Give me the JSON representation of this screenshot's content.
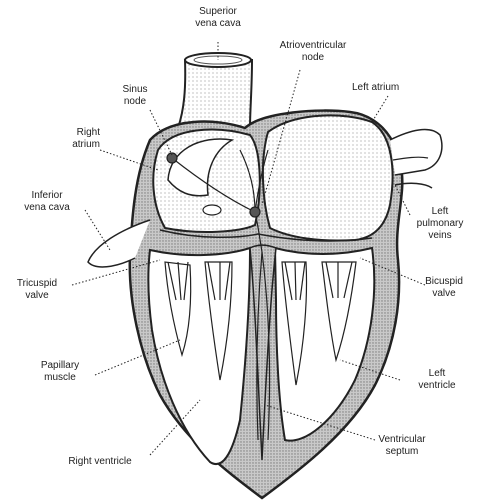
{
  "labels": {
    "superior_vena_cava": "Superior\nvena cava",
    "atrioventricular_node": "Atrioventricular\nnode",
    "left_atrium": "Left atrium",
    "sinus_node": "Sinus\nnode",
    "right_atrium": "Right\natrium",
    "inferior_vena_cava": "Inferior\nvena cava",
    "left_pulmonary_veins": "Left\npulmonary\nveins",
    "tricuspid_valve": "Tricuspid\nvalve",
    "bicuspid_valve": "Bicuspid\nvalve",
    "papillary_muscle": "Papillary\nmuscle",
    "left_ventricle": "Left\nventricle",
    "right_ventricle": "Right ventricle",
    "ventricular_septum": "Ventricular\nseptum"
  },
  "colors": {
    "ink": "#222222",
    "myocardium": "#bdbdbd",
    "stipple": "#e2e2e2",
    "background": "#ffffff"
  }
}
